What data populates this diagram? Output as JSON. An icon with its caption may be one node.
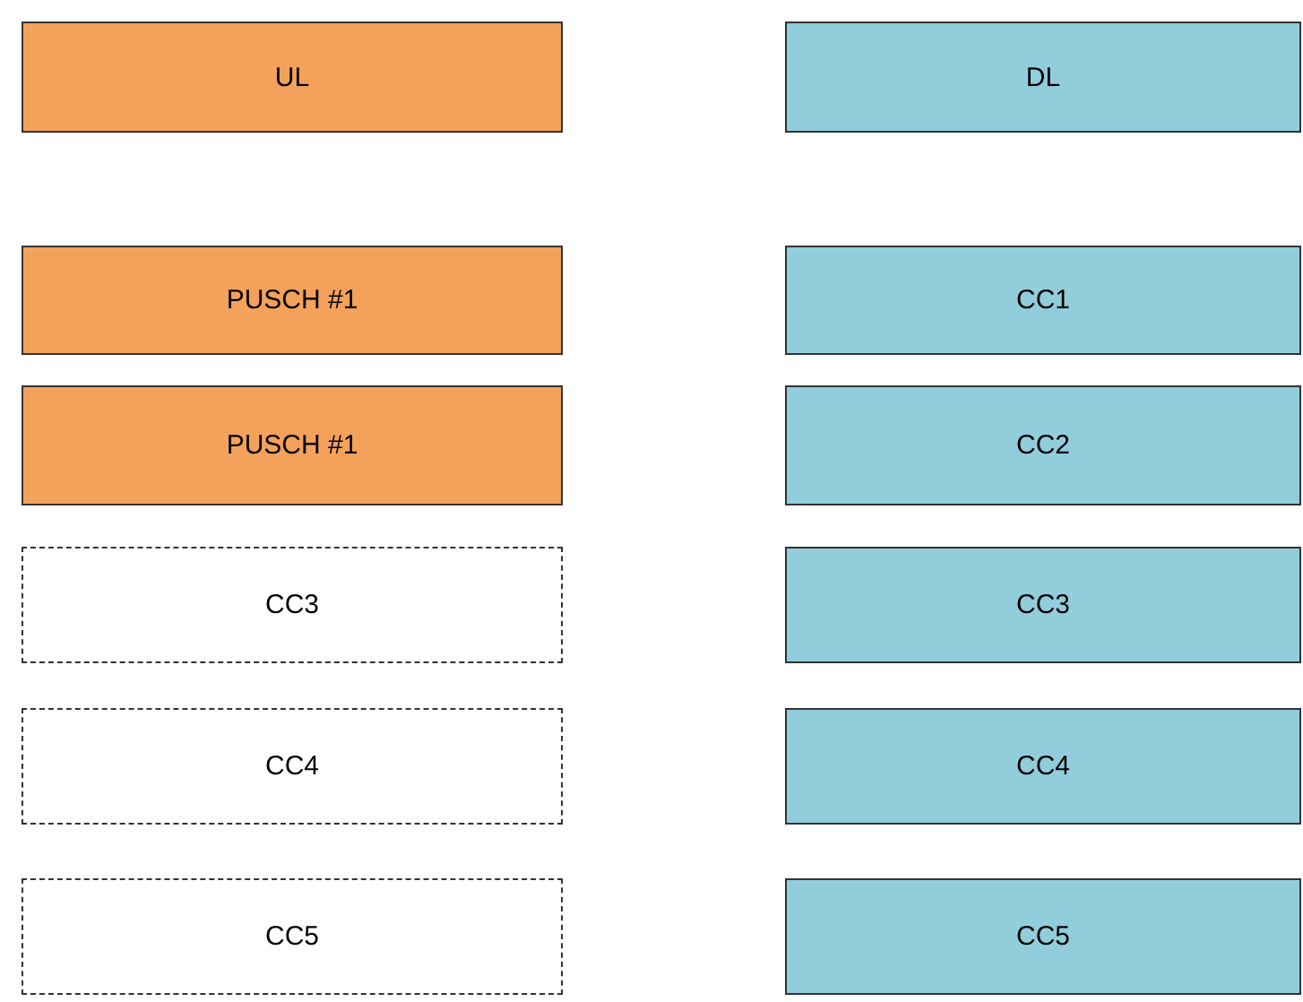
{
  "diagram": {
    "nodes": [
      {
        "text": [
          "UL"
        ]
      },
      {
        "text": [
          "DL"
        ]
      },
      {
        "text": [
          "PUSCH #1"
        ]
      },
      {
        "text": [
          "CC1"
        ]
      },
      {
        "text": [
          "PUSCH #1"
        ]
      },
      {
        "text": [
          "CC2"
        ]
      },
      {
        "text": [
          "CC3"
        ]
      },
      {
        "text": [
          "CC3"
        ]
      },
      {
        "text": [
          "CC4"
        ]
      },
      {
        "text": [
          "CC4"
        ]
      },
      {
        "text": [
          "CC5"
        ]
      },
      {
        "text": [
          "CC5"
        ]
      }
    ]
  }
}
